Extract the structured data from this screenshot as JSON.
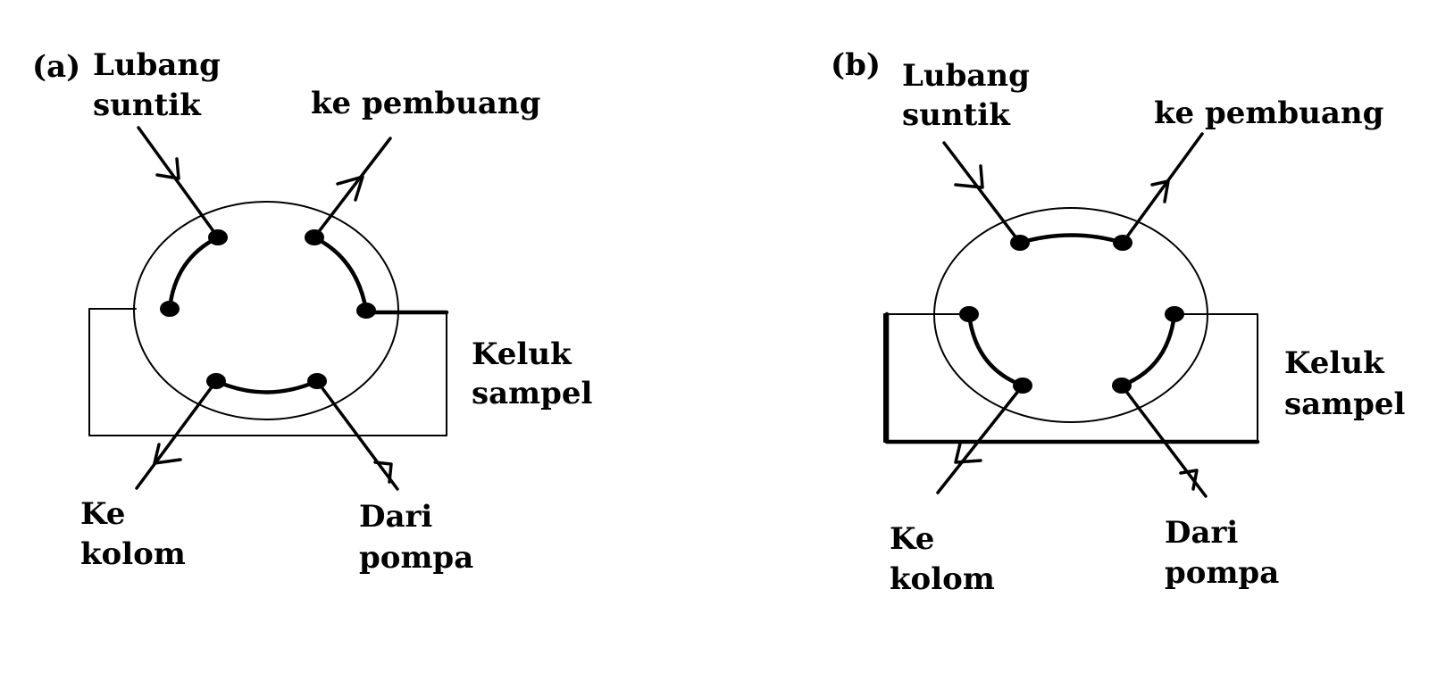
{
  "diagrams": [
    {
      "panel_label": "(a)",
      "labels": {
        "inject_line1": "Lubang",
        "inject_line2": "suntik",
        "waste": "ke pembuang",
        "loop_line1": "Keluk",
        "loop_line2": "sampel",
        "column_line1": "Ke",
        "column_line2": "kolom",
        "pump_line1": "Dari",
        "pump_line2": "pompa"
      }
    },
    {
      "panel_label": "(b)",
      "labels": {
        "inject_line1": "Lubang",
        "inject_line2": "suntik",
        "waste": "ke pembuang",
        "loop_line1": "Keluk",
        "loop_line2": "sampel",
        "column_line1": "Ke",
        "column_line2": "kolom",
        "pump_line1": "Dari",
        "pump_line2": "pompa"
      }
    }
  ]
}
